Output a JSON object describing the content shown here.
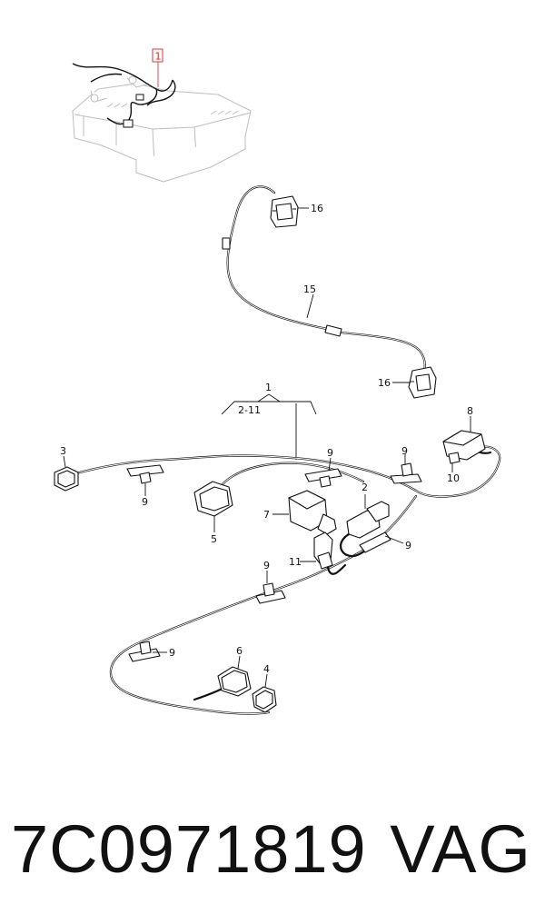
{
  "callouts": {
    "ref_1": "1",
    "harness_1": "1",
    "harness_range": "2-11",
    "p2": "2",
    "p3": "3",
    "p4": "4",
    "p5": "5",
    "p6": "6",
    "p7": "7",
    "p8": "8",
    "p9a": "9",
    "p9b": "9",
    "p9c": "9",
    "p9d": "9",
    "p9e": "9",
    "p9f": "9",
    "p10": "10",
    "p11": "11",
    "p15": "15",
    "p16a": "16",
    "p16b": "16"
  },
  "footer": {
    "part_number": "7C0971819",
    "brand": "VAG"
  },
  "colors": {
    "ink": "#111111",
    "ghost": "#bdbdbd",
    "highlight": "#e02020"
  }
}
